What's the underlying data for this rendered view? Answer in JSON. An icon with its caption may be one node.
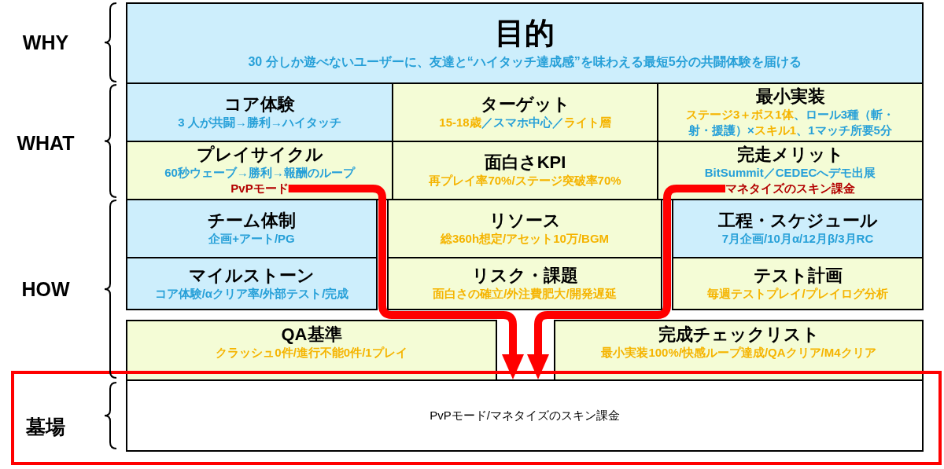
{
  "diagram": {
    "nodes": [
      {
        "text": [
          "目的",
          "30 分しか遊べないユーザーに、友達と“ハイタッチ達成感”を味わえる最短5分の共闘体験を届ける"
        ]
      },
      {
        "text": [
          "コア体験",
          "3 人が共闘→勝利→ハイタッチ"
        ]
      },
      {
        "text": [
          "ターゲット",
          "15-18歳**／スマホ中心／**ライト層"
        ]
      },
      {
        "text": [
          "最小実装",
          "**ステージ3＋ボス1体**、ロール3種（斬・射・援護）×**スキル1**、1マッチ所要5分"
        ]
      },
      {
        "text": [
          "プレイサイクル",
          "60秒ウェーブ→勝利→報酬のループ"
        ]
      },
      {
        "text": [
          "PvPモード"
        ],
        "in": 4
      },
      {
        "text": [
          "面白さKPI",
          "再プレイ率70%/ステージ突破率70%"
        ]
      },
      {
        "text": [
          "完走メリット",
          "BitSummit／CEDECへデモ出展"
        ]
      },
      {
        "text": [
          "マネタイズのスキン課金"
        ],
        "in": 7
      },
      {
        "text": [
          "チーム体制",
          "企画+アート/PG"
        ]
      },
      {
        "text": [
          "リソース",
          "総360h想定/アセット10万/BGM"
        ]
      },
      {
        "text": [
          "工程・スケジュール",
          "7月企画/10月α/12月β/3月RC"
        ]
      },
      {
        "text": [
          "マイルストーン",
          "コア体験/αクリア率/外部テスト/完成"
        ]
      },
      {
        "text": [
          "リスク・課題",
          "面白さの確立/外注費肥大/開発遅延"
        ]
      },
      {
        "text": [
          "テスト計画",
          "毎週テストプレイ/プレイログ分析"
        ]
      },
      {
        "text": [
          "QA基準",
          "クラッシュ0件/進行不能0件/1プレイ"
        ]
      },
      {
        "text": [
          "完成チェックリスト",
          "最小実装100%/快感ループ達成/QAクリア/M4クリア"
        ]
      },
      {
        "text": [
          "墓場"
        ]
      },
      {
        "text": [
          "PvPモード/マネタイズのスキン課金"
        ],
        "in": 17
      }
    ],
    "edges": [
      {
        "from": 5,
        "to": 18,
        "arrow": "to"
      },
      {
        "from": 8,
        "to": 18,
        "arrow": "to"
      }
    ],
    "labels": [
      "WHY",
      "WHAT",
      "HOW"
    ]
  }
}
